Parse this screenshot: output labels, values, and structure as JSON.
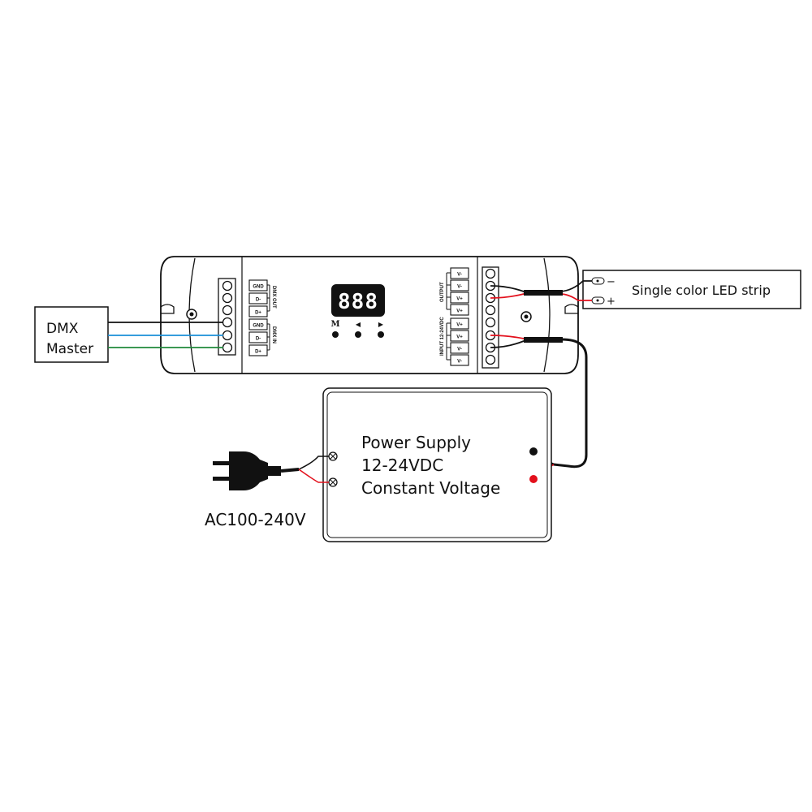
{
  "controller": {
    "display": "888",
    "buttons": [
      "M",
      "◀",
      "▶"
    ],
    "dmx_out": {
      "group": "DMX OUT",
      "pins": [
        "GND",
        "D-",
        "D+"
      ]
    },
    "dmx_in": {
      "group": "DMX IN",
      "pins": [
        "GND",
        "D-",
        "D+"
      ]
    },
    "output": {
      "group": "OUTPUT",
      "pins": [
        "V-",
        "V-",
        "V+",
        "V+"
      ]
    },
    "input": {
      "group": "INPUT 12-24VDC",
      "pins": [
        "V+",
        "V+",
        "V-",
        "V-"
      ]
    }
  },
  "dmx_master": {
    "line1": "DMX",
    "line2": "Master"
  },
  "led_strip": {
    "label": "Single color LED strip",
    "minus": "−",
    "plus": "+"
  },
  "power_supply": {
    "line1": "Power Supply",
    "line2": "12-24VDC",
    "line3": "Constant Voltage"
  },
  "mains": {
    "label": "AC100-240V"
  },
  "colors": {
    "red": "#e3101c",
    "blue": "#1a8fd8",
    "green": "#1f8a3a",
    "black": "#111111"
  }
}
